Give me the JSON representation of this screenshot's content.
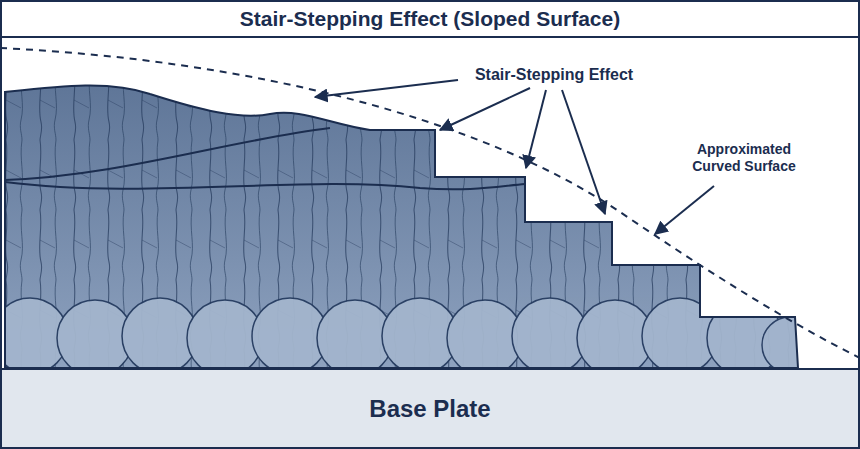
{
  "diagram": {
    "title": "Stair-Stepping Effect (Sloped Surface)",
    "nodes": [
      {
        "text": [
          "Base Plate"
        ]
      }
    ],
    "labels": [
      "Stair-Stepping Effect",
      "Approximated Curved Surface"
    ]
  }
}
